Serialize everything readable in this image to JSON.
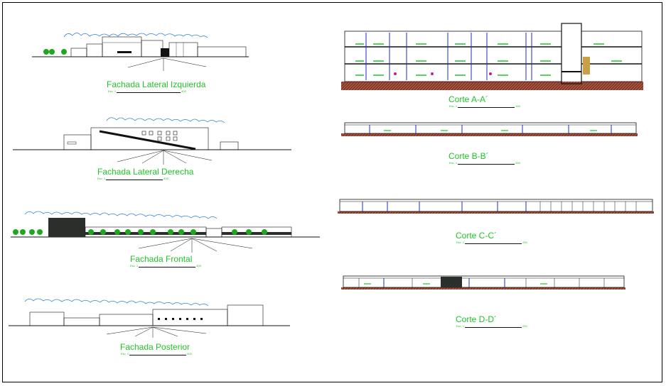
{
  "drawings": [
    {
      "id": "fachada-lateral-izquierda",
      "title": "Fachada Lateral Izquierda",
      "scale_prefix": "Esc. 1",
      "scale_value": "400"
    },
    {
      "id": "fachada-lateral-derecha",
      "title": "Fachada Lateral Derecha",
      "scale_prefix": "Esc. 1",
      "scale_value": "400"
    },
    {
      "id": "fachada-frontal",
      "title": "Fachada Frontal",
      "scale_prefix": "Esc. 1",
      "scale_value": "400"
    },
    {
      "id": "fachada-posterior",
      "title": "Fachada Posterior",
      "scale_prefix": "Esc. 1",
      "scale_value": "400"
    },
    {
      "id": "corte-a-a",
      "title": "Corte A-A´",
      "scale_prefix": "Esc. 1",
      "scale_value": "150"
    },
    {
      "id": "corte-b-b",
      "title": "Corte B-B´",
      "scale_prefix": "Esc. 1",
      "scale_value": "250"
    },
    {
      "id": "corte-c-c",
      "title": "Corte C-C´",
      "scale_prefix": "Esc. 1",
      "scale_value": "250"
    },
    {
      "id": "corte-d-d",
      "title": "Corte D-D´",
      "scale_prefix": "Esc. 1",
      "scale_value": "250"
    }
  ],
  "colors": {
    "title": "#22c32a",
    "cloud": "#2f7fd8",
    "tree": "#1fa81f",
    "section_blue": "#1a2ccc",
    "ground": "#8a3a2a",
    "line": "#111111"
  }
}
